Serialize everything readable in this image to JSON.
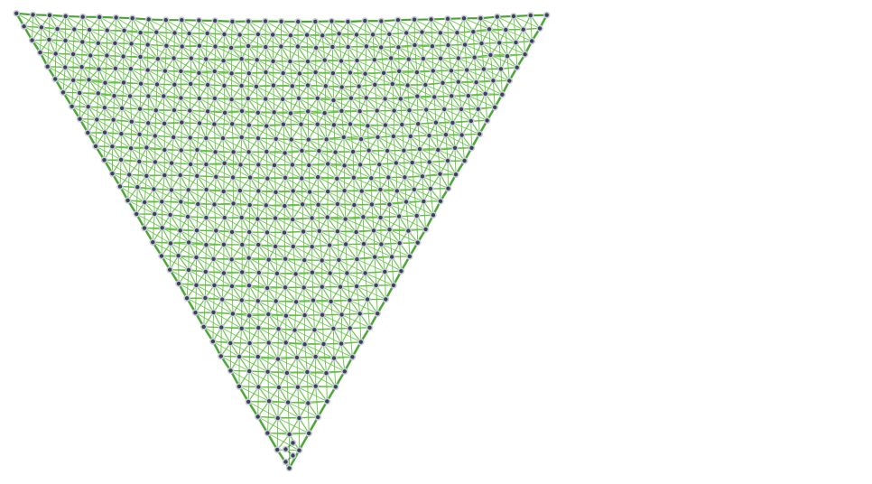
{
  "graph": {
    "kind": "triangular-mesh-network",
    "orientation": "inverted-triangle",
    "lattice_rows": 32,
    "bottom_tip_nodes": 5,
    "edge_color": "#5cbf3a",
    "edge_color_dark": "#3fa02a",
    "node_fill": "#3d4258",
    "node_stroke": "#c8cbd8"
  }
}
